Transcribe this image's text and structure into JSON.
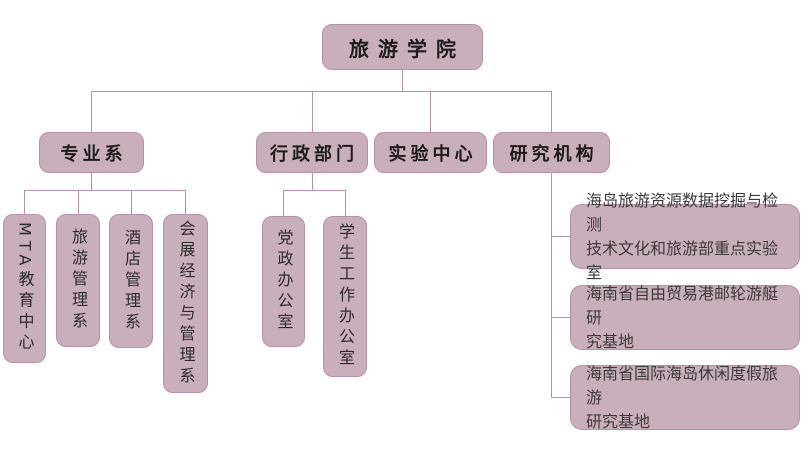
{
  "colors": {
    "box_fill": "#c9aebc",
    "box_border": "#b791a7",
    "line": "#b791a7",
    "heading_text": "#1c1c1c",
    "body_text": "#3a3a3a"
  },
  "root": {
    "label": "旅游学院"
  },
  "branches": {
    "majors": {
      "label": "专业系",
      "children": [
        "MTA教育中心",
        "旅游管理系",
        "酒店管理系",
        "会展经济与管理系"
      ]
    },
    "admin": {
      "label": "行政部门",
      "children": [
        "党政办公室",
        "学生工作办公室"
      ]
    },
    "lab": {
      "label": "实验中心",
      "children": []
    },
    "research": {
      "label": "研究机构",
      "children": [
        "海岛旅游资源数据挖掘与检测\n技术文化和旅游部重点实验室",
        "海南省自由贸易港邮轮游艇研\n究基地",
        "海南省国际海岛休闲度假旅游\n研究基地"
      ]
    }
  }
}
